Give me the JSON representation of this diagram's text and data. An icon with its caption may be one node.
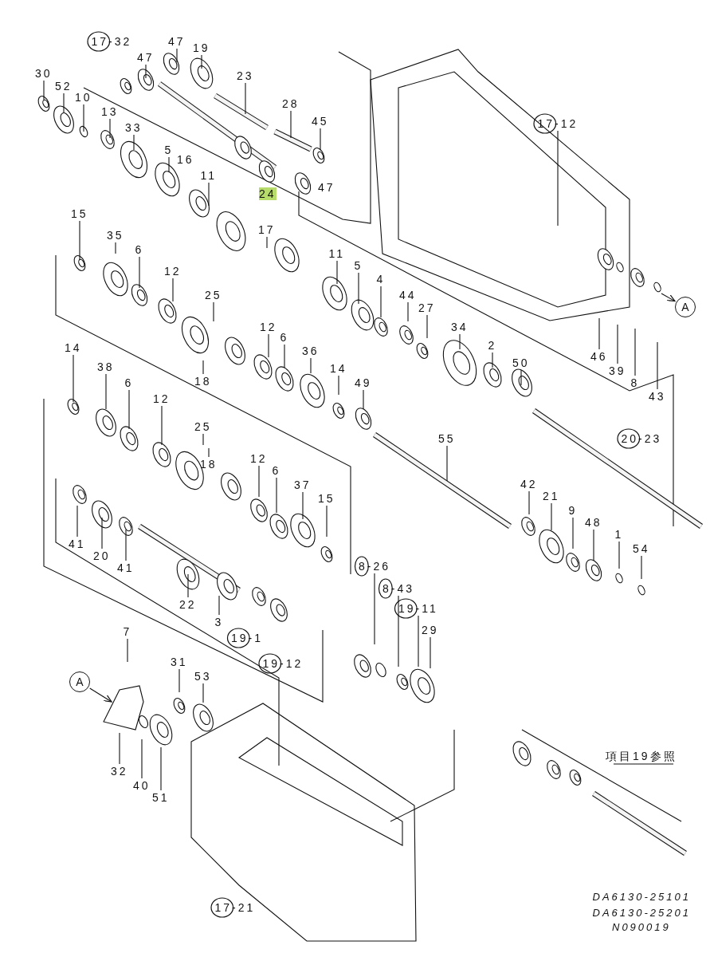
{
  "diagram": {
    "nodes": [
      {
        "text": [
          "A"
        ]
      },
      {
        "text": [
          "A"
        ]
      }
    ],
    "edges": [
      {
        "from": null,
        "to": 0,
        "arrow": "to"
      },
      {
        "from": 1,
        "to": null,
        "arrow": "to"
      }
    ],
    "labels": [
      "17-32",
      "47",
      "19",
      "47",
      "23",
      "30",
      "52",
      "10",
      "13",
      "28",
      "33",
      "45",
      "16",
      "5",
      "17-12",
      "11",
      "47",
      "24",
      "15",
      "17",
      "35",
      "6",
      "11",
      "12",
      "5",
      "4",
      "44",
      "25",
      "27",
      "34",
      "12",
      "6",
      "36",
      "2",
      "14",
      "50",
      "49",
      "18",
      "14",
      "38",
      "6",
      "12",
      "25",
      "18",
      "20-23",
      "55",
      "12",
      "6",
      "37",
      "15",
      "42",
      "21",
      "9",
      "48",
      "1",
      "54",
      "41",
      "20",
      "41",
      "22",
      "8-26",
      "8-43",
      "19-11",
      "3",
      "19-1",
      "29",
      "19-12",
      "7",
      "31",
      "53",
      "46",
      "39",
      "8",
      "43",
      "32",
      "40",
      "51",
      "項目19参照",
      "17-21",
      "DA6130-25101",
      "DA6130-25201",
      "N090019"
    ]
  }
}
